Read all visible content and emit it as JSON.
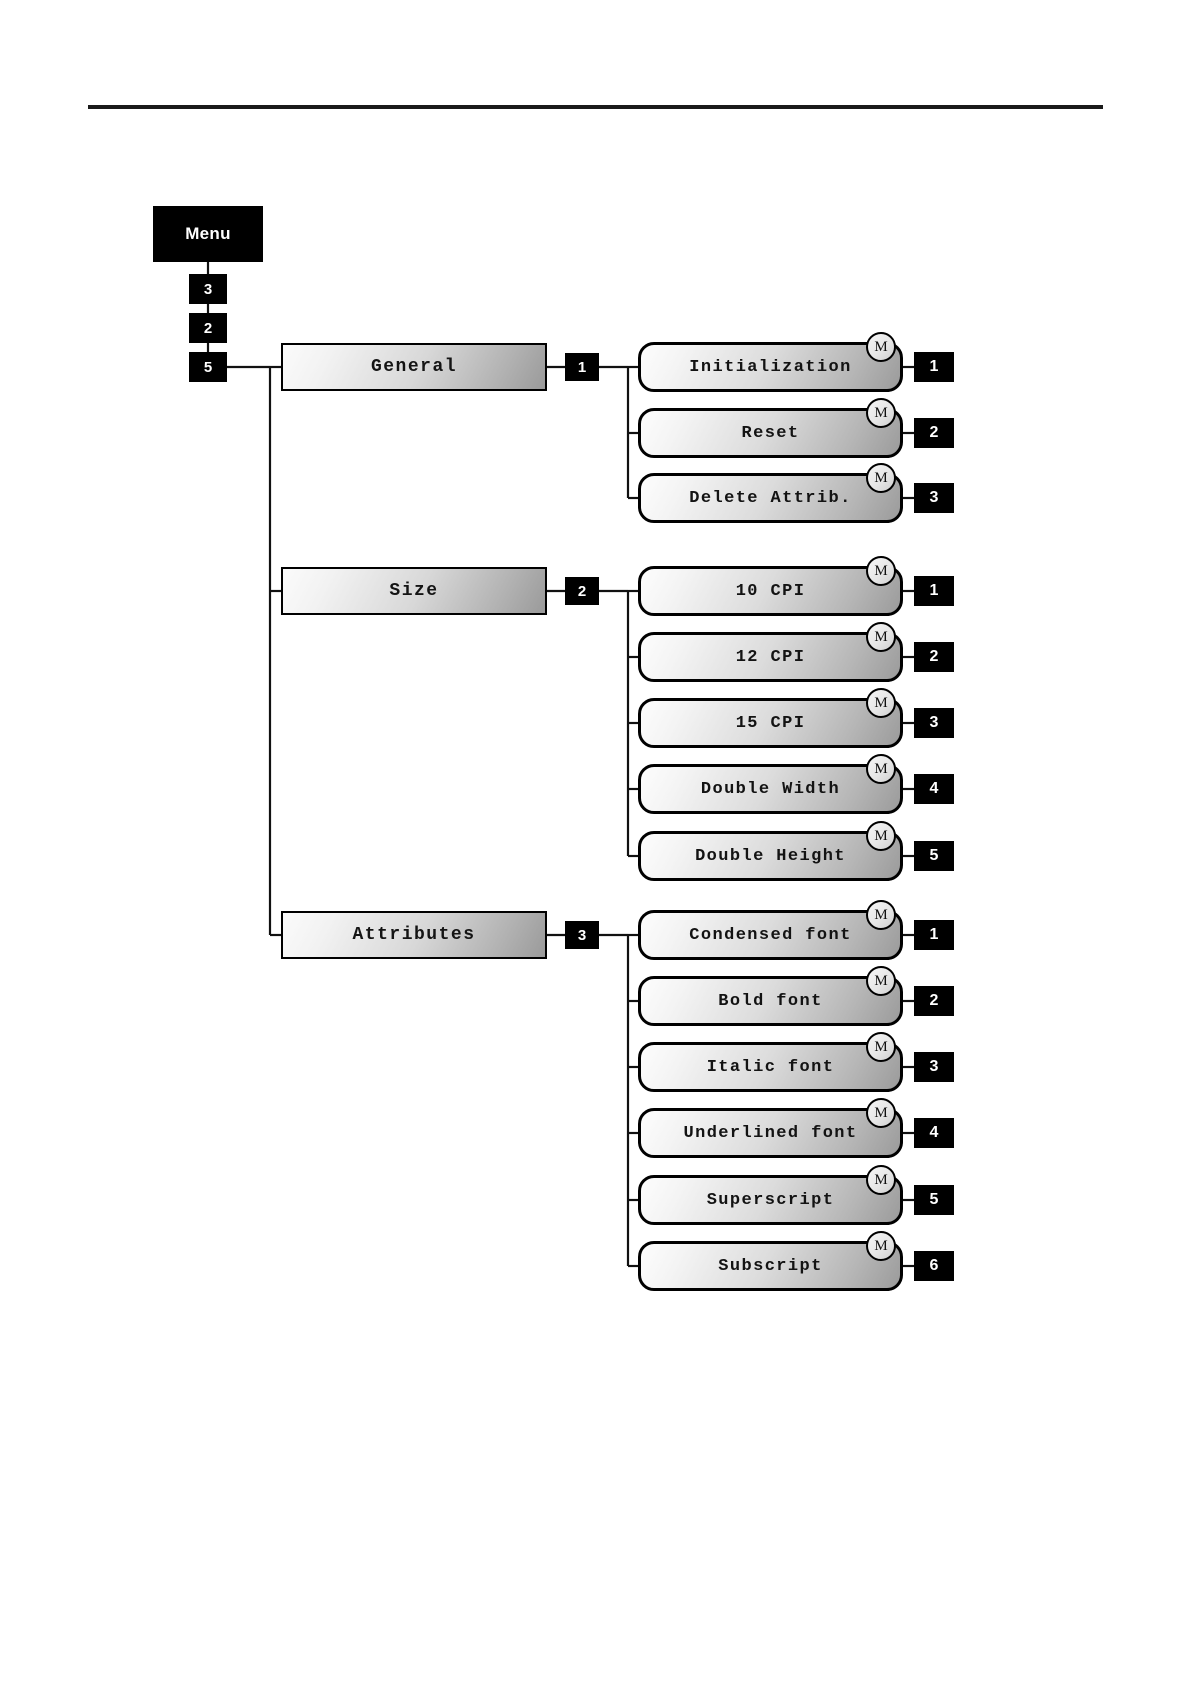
{
  "diagram": {
    "title": "Menu",
    "root": {
      "label": "Menu",
      "keys": [
        "3",
        "2",
        "5"
      ]
    },
    "categories": [
      {
        "label": "General",
        "number": "1",
        "items": [
          {
            "label": "Initialization",
            "number": "1",
            "badge": "M"
          },
          {
            "label": "Reset",
            "number": "2",
            "badge": "M"
          },
          {
            "label": "Delete Attrib.",
            "number": "3",
            "badge": "M"
          }
        ]
      },
      {
        "label": "Size",
        "number": "2",
        "items": [
          {
            "label": "10 CPI",
            "number": "1",
            "badge": "M"
          },
          {
            "label": "12 CPI",
            "number": "2",
            "badge": "M"
          },
          {
            "label": "15 CPI",
            "number": "3",
            "badge": "M"
          },
          {
            "label": "Double Width",
            "number": "4",
            "badge": "M"
          },
          {
            "label": "Double Height",
            "number": "5",
            "badge": "M"
          }
        ]
      },
      {
        "label": "Attributes",
        "number": "3",
        "items": [
          {
            "label": "Condensed font",
            "number": "1",
            "badge": "M"
          },
          {
            "label": "Bold font",
            "number": "2",
            "badge": "M"
          },
          {
            "label": "Italic font",
            "number": "3",
            "badge": "M"
          },
          {
            "label": "Underlined font",
            "number": "4",
            "badge": "M"
          },
          {
            "label": "Superscript",
            "number": "5",
            "badge": "M"
          },
          {
            "label": "Subscript",
            "number": "6",
            "badge": "M"
          }
        ]
      }
    ],
    "colors": {
      "ink": "#000000",
      "paper": "#ffffff",
      "box_fill_light": "#fbfbfb",
      "box_fill_dark": "#9a9a9a"
    }
  }
}
